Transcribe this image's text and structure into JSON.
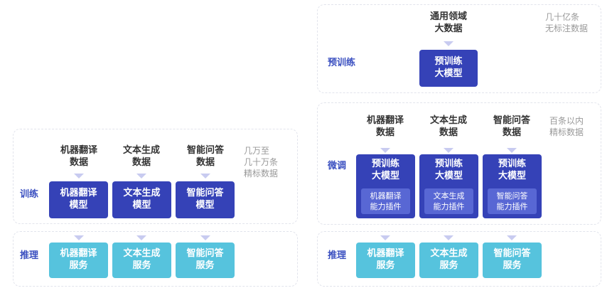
{
  "left": {
    "train": {
      "stage": "训练",
      "data": [
        "机器翻译\n数据",
        "文本生成\n数据",
        "智能问答\n数据"
      ],
      "note": "几万至\n几十万条\n精标数据",
      "models": [
        "机器翻译\n模型",
        "文本生成\n模型",
        "智能问答\n模型"
      ]
    },
    "infer": {
      "stage": "推理",
      "services": [
        "机器翻译\n服务",
        "文本生成\n服务",
        "智能问答\n服务"
      ]
    }
  },
  "right": {
    "pretrain": {
      "stage": "预训练",
      "data": "通用领域\n大数据",
      "note": "几十亿条\n无标注数据",
      "model": "预训练\n大模型"
    },
    "finetune": {
      "stage": "微调",
      "data": [
        "机器翻译\n数据",
        "文本生成\n数据",
        "智能问答\n数据"
      ],
      "note": "百条以内\n精标数据",
      "model": "预训练\n大模型",
      "plugins": [
        "机器翻译\n能力插件",
        "文本生成\n能力插件",
        "智能问答\n能力插件"
      ]
    },
    "infer": {
      "stage": "推理",
      "services": [
        "机器翻译\n服务",
        "文本生成\n服务",
        "智能问答\n服务"
      ]
    }
  }
}
